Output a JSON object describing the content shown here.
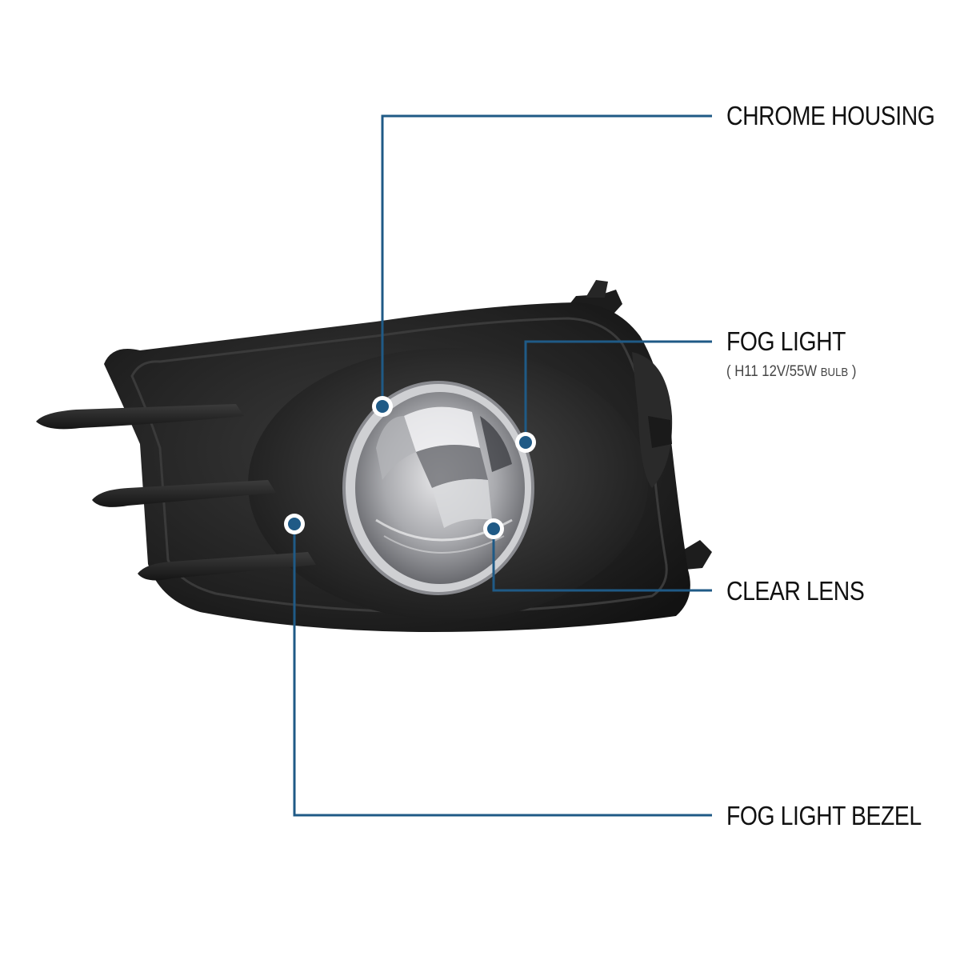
{
  "accent_color": "#1f5a86",
  "callouts": [
    {
      "id": "chrome-housing",
      "label": "CHROME HOUSING"
    },
    {
      "id": "fog-light",
      "label": "FOG LIGHT",
      "sub_open": "( ",
      "sub_main": "H11 12V/55W",
      "sub_small": "BULB",
      "sub_close": " )"
    },
    {
      "id": "clear-lens",
      "label": "CLEAR LENS"
    },
    {
      "id": "fog-light-bezel",
      "label": "FOG LIGHT BEZEL"
    }
  ]
}
